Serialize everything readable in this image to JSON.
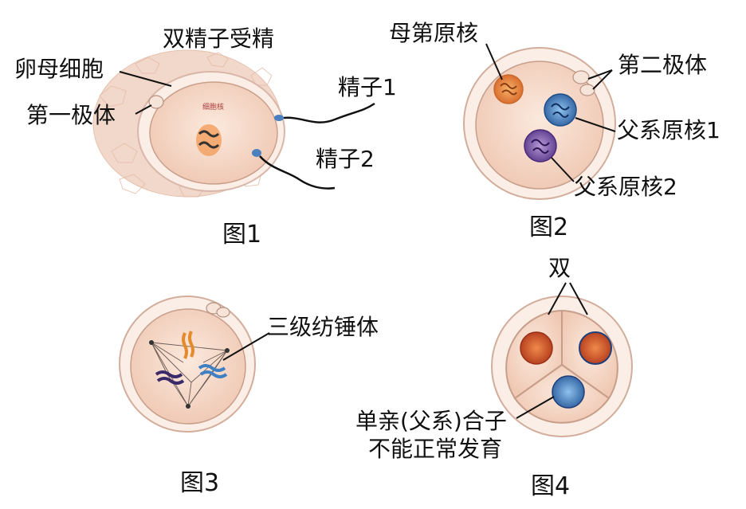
{
  "figure1": {
    "caption": "图1",
    "title_label": "双精子受精",
    "oocyte_label": "卵母细胞",
    "polar_body_label": "第一极体",
    "sperm1_label": "精子1",
    "sperm2_label": "精子2",
    "nucleus_text": "细胞核"
  },
  "figure2": {
    "caption": "图2",
    "maternal_pronucleus_label": "母第原核",
    "second_polar_body_label": "第二极体",
    "paternal_pronucleus1_label": "父系原核1",
    "paternal_pronucleus2_label": "父系原核2"
  },
  "figure3": {
    "caption": "图3",
    "spindle_label": "三级纺锤体"
  },
  "figure4": {
    "caption": "图4",
    "top_label": "双",
    "uniparental_label_line1": "单亲(父系)合子",
    "uniparental_label_line2": "不能正常发育"
  },
  "colors": {
    "cytoplasm": "#f6dccd",
    "membrane": "#d9b7a8",
    "maternal": "#e07a2a",
    "paternal": "#3a6fb0",
    "paternal2": "#6a3f9a"
  }
}
